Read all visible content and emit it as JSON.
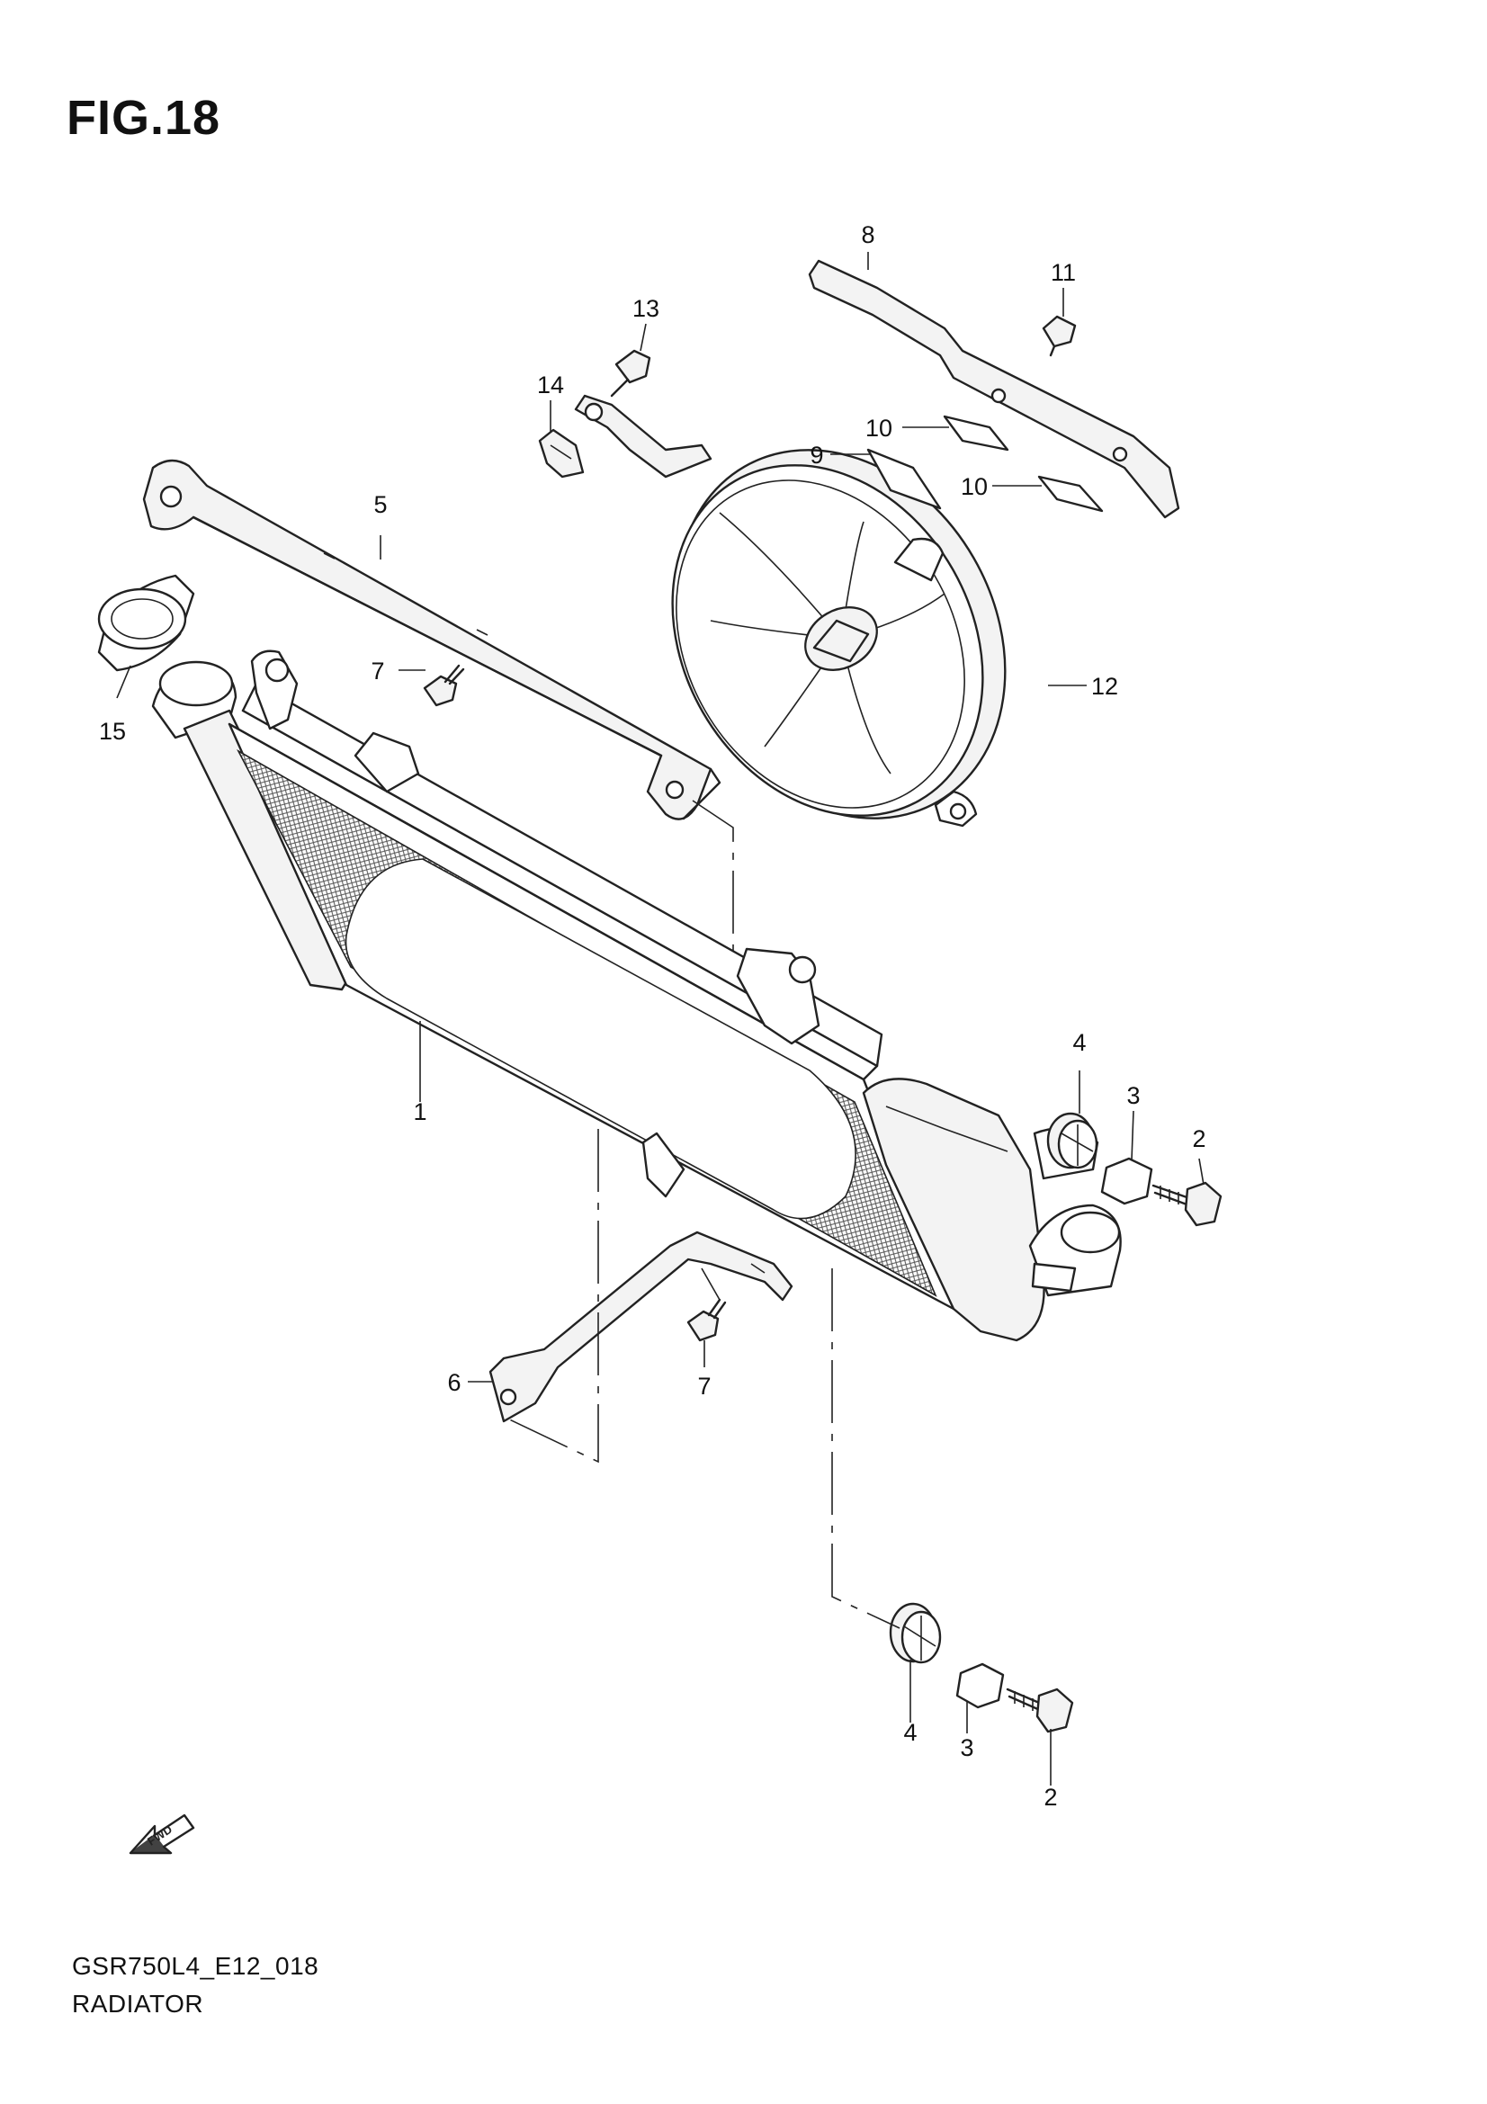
{
  "figure": {
    "title": "FIG.18",
    "model_code": "GSR750L4_E12_018",
    "name": "RADIATOR"
  },
  "fwd_label": "FWD",
  "callouts": [
    {
      "id": "c1",
      "label": "1"
    },
    {
      "id": "c2a",
      "label": "2"
    },
    {
      "id": "c2b",
      "label": "2"
    },
    {
      "id": "c3a",
      "label": "3"
    },
    {
      "id": "c3b",
      "label": "3"
    },
    {
      "id": "c4a",
      "label": "4"
    },
    {
      "id": "c4b",
      "label": "4"
    },
    {
      "id": "c5",
      "label": "5"
    },
    {
      "id": "c6",
      "label": "6"
    },
    {
      "id": "c7a",
      "label": "7"
    },
    {
      "id": "c7b",
      "label": "7"
    },
    {
      "id": "c8",
      "label": "8"
    },
    {
      "id": "c9",
      "label": "9"
    },
    {
      "id": "c10a",
      "label": "10"
    },
    {
      "id": "c10b",
      "label": "10"
    },
    {
      "id": "c11",
      "label": "11"
    },
    {
      "id": "c12",
      "label": "12"
    },
    {
      "id": "c13",
      "label": "13"
    },
    {
      "id": "c14",
      "label": "14"
    },
    {
      "id": "c15",
      "label": "15"
    }
  ]
}
